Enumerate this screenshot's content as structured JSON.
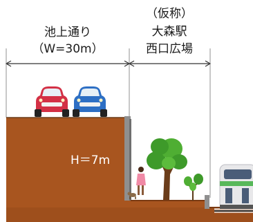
{
  "road": {
    "name": "池上通り",
    "width_label": "（W=30m）"
  },
  "plaza": {
    "note": "（仮称）",
    "name_line1": "大森駅",
    "name_line2": "西口広場"
  },
  "height_label": "H＝7m",
  "colors": {
    "ground": "#a8551f",
    "ground_dark": "#8c4418",
    "wall": "#8f8f8f",
    "car_red": "#d33045",
    "car_blue": "#2d6fc4",
    "train_green": "#58b85a",
    "train_body": "#e8e8ea",
    "tree": "#3e9a2a",
    "trunk": "#6b3d1a"
  }
}
